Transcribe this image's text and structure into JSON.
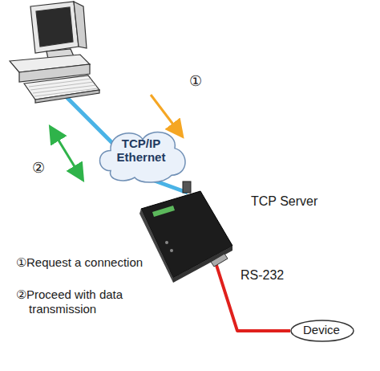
{
  "diagram": {
    "nodes": [
      {
        "text": [
          "TCP/IP Ethernet"
        ]
      },
      {
        "text": [
          "TCP Server"
        ]
      },
      {
        "text": [
          "Device"
        ]
      }
    ],
    "edges": [
      {
        "from": 0,
        "to": 1,
        "arrow": "none"
      },
      {
        "from": 1,
        "to": 2,
        "label": "RS-232",
        "arrow": "none"
      }
    ],
    "labels": [
      "①",
      "②",
      "①Request a connection",
      "②Proceed with data transmission"
    ]
  }
}
